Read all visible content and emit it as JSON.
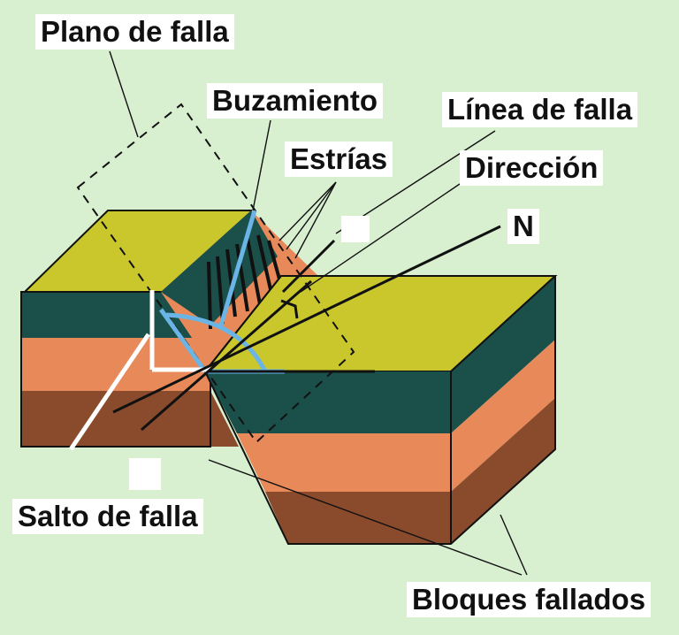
{
  "labels": {
    "plano": "Plano de falla",
    "buzamiento": "Buzamiento",
    "linea": "Línea de falla",
    "estrias": "Estrías",
    "direccion": "Dirección",
    "norte": "N",
    "salto": "Salto de falla",
    "bloques": "Bloques fallados"
  },
  "colors": {
    "background": "#d8efd0",
    "top_surface": "#c9c72c",
    "layer_teal": "#1a4f4a",
    "layer_orange": "#e8895a",
    "layer_brown": "#8a4a2c",
    "fault_plane_face": "#e8895a",
    "dip_lines": "#6ab4e6",
    "outline": "#111111"
  }
}
